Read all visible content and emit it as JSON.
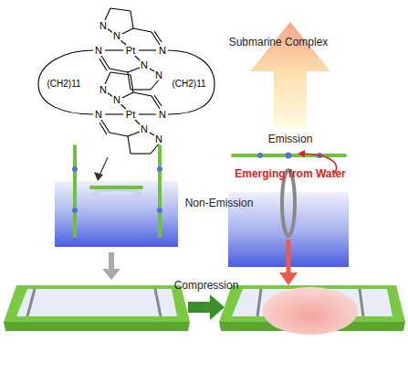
{
  "diagram": {
    "labels": [
      "N",
      "N",
      "N",
      "Pt",
      "N",
      "N",
      "N",
      "N",
      "N",
      "N",
      "Pt",
      "N",
      "N",
      "N",
      "(CH2)11",
      "(CH2)11",
      "Submarine Complex",
      "Emission",
      "Non-Emission",
      "Emerging from Water",
      "Compression"
    ]
  }
}
